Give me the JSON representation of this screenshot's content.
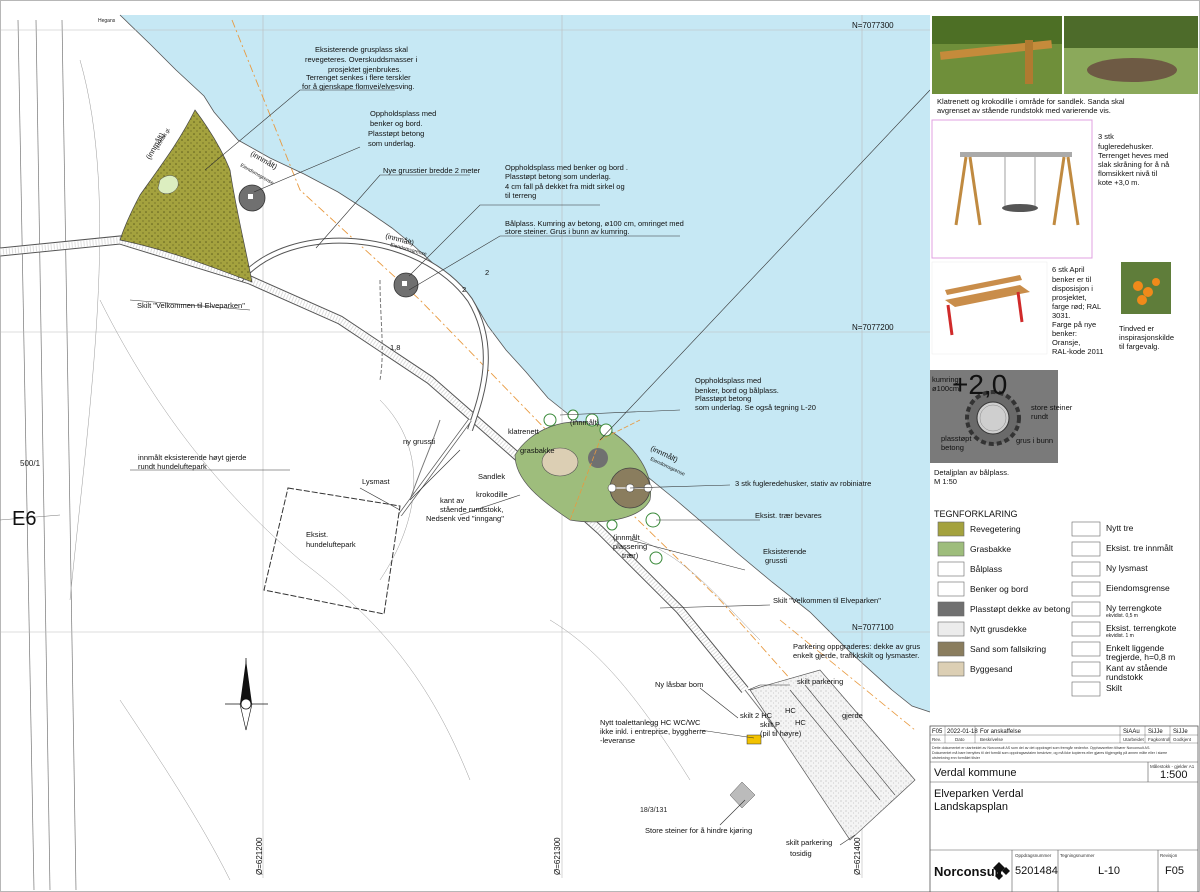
{
  "coords": {
    "n1": "N=7077300",
    "n2": "N=7077200",
    "n3": "N=7077100",
    "e1": "Ø=621200",
    "e2": "Ø=621300",
    "e3": "Ø=621400",
    "grid": "500/1"
  },
  "road": "E6",
  "misc": {
    "hogans": "Hegans",
    "lot": "18/3/131"
  },
  "notes": {
    "grass1": "Eksisterende grusplass skal",
    "grass2": "revegeteres. Overskuddsmasser i",
    "grass3": "prosjektet gjenbrukes.",
    "grass4": "Terrenget senkes i flere terskler",
    "grass5": "for å gjenskape flomvei/elvesving.",
    "opp1a": "Oppholdsplass med",
    "opp1b": "benker og bord.",
    "opp1c": "Plasstøpt betong",
    "opp1d": "som underlag.",
    "path": "Nye grusstier bredde 2 meter",
    "opp2a": "Oppholdsplass med benker og bord .",
    "opp2b": "Plasstøpt betong som underlag.",
    "opp2c": "4 cm fall på dekket fra midt sirkel og",
    "opp2d": "til terreng",
    "bal1": "Bålplass. Kumring av betong, ø100 cm, omringet med",
    "bal2": "store steiner. Grus i bunn av kumring.",
    "sign1": "Skilt \"Velkommen til Elveparken\"",
    "opp3a": "Oppholdsplass med",
    "opp3b": "benker, bord og bålplass.",
    "opp3c": "Plasstøpt betong",
    "opp3d": "som underlag. Se også tegning L-20",
    "klatrenett": "klatrenett",
    "grasbakke": "grasbakke",
    "sandlek": "Sandlek",
    "krokodille": "krokodille",
    "kant1": "kant av",
    "kant2": "stående rundstokk,",
    "kant3": "Nedsenk ved \"inngang\"",
    "swings": "3 stk fugleredehusker, stativ av robiniatre",
    "trees": "Eksist. trær bevares",
    "measured1": "(innmålt",
    "measured2": "plassering",
    "measured3": "trær)",
    "fence1": "innmålt eksisterende høyt gjerde",
    "fence2": "rundt hundeluftepark",
    "newpath": "ny grussti",
    "lamp": "Lysmast",
    "dog1": "Eksist.",
    "dog2": "hundeluftepark",
    "exist1": "Eksisterende",
    "exist2": "grussti",
    "sign2": "Skilt \"Velkommen til Elveparken\"",
    "park1": "Parkering oppgraderes: dekke av grus",
    "park2": "enkelt gjerde, trafikkskilt og lysmaster.",
    "bom": "Ny låsbar bom",
    "toilet1": "Nytt toalettanlegg HC WC/WC",
    "toilet2": "ikke inkl. i entreprise, byggherre",
    "toilet3": "-leveranse",
    "stones": "Store steiner for å hindre kjøring",
    "parktwo1": "skilt parkering",
    "parktwo2": "tosidig",
    "parkone": "skilt parkering",
    "hc2": "skilt 2 HC",
    "skiltp1": "skilt P",
    "skiltp2": "(pil til høyre)",
    "gjerde": "gjerde",
    "hc": "HC",
    "innmalt": "(innmålt)",
    "eiendom": "Eiendomsgrense",
    "innmaltGl": "(innmålt gl.",
    "elev1": "1,8",
    "elev2": "2",
    "elev3": "2"
  },
  "right": {
    "climb1": "Klatrenett og krokodille i område for sandlek.  Sanda skal",
    "climb2": "avgrenset av stående rundstokk med varierende vis.",
    "swing1": "3 stk",
    "swing2": "fugleredehusker.",
    "swing3": "Terrenget heves med",
    "swing4": "slak skråning for å nå",
    "swing5": "flomsikkert nivå til",
    "swing6": "kote +3,0 m.",
    "bench1": "6 stk April",
    "bench2": "benker er til",
    "bench3": "disposisjon i",
    "bench4": "prosjektet,",
    "bench5": "farge rød; RAL",
    "bench6": "3031.",
    "bench7": "Farge på nye",
    "bench8": "benker:",
    "bench9": "Oransje,",
    "bench10": "RAL-kode 2011",
    "berry1": "Tindved er",
    "berry2": "inspirasjonskilde",
    "berry3": "til fargevalg.",
    "detail1": "Detaljplan av bålplass.",
    "detail2": "M 1:50",
    "ring1": "kumring",
    "ring2": "ø100cm",
    "stonestxt1": "store steiner",
    "stonestxt2": "rundt",
    "concrete1": "plasstøpt",
    "concrete2": "betong",
    "gravel": "grus i bunn",
    "elevation": "+2,0"
  },
  "legend": {
    "title": "TEGNFORKLARING",
    "left": [
      {
        "label": "Revegetering",
        "color": "#a4a23e"
      },
      {
        "label": "Grasbakke",
        "color": "#9ebd7c"
      },
      {
        "label": "Bålplass",
        "color": "#ffffff"
      },
      {
        "label": "Benker og bord",
        "color": "#ffffff"
      },
      {
        "label": "Plasstøpt dekke av betong",
        "color": "#707070"
      },
      {
        "label": "Nytt grusdekke",
        "color": "#ececec"
      },
      {
        "label": "Sand som fallsikring",
        "color": "#8a7d5e"
      },
      {
        "label": "Byggesand",
        "color": "#dccfb4"
      }
    ],
    "right": [
      {
        "label": "Nytt tre"
      },
      {
        "label": "Eksist. tre innmålt"
      },
      {
        "label": "Ny lysmast"
      },
      {
        "label": "Eiendomsgrense"
      },
      {
        "label": "Ny terrengkote",
        "sub": "ekvidist. 0,5 m"
      },
      {
        "label": "Eksist. terrengkote",
        "sub": "ekvidist. 1 m"
      },
      {
        "label": "Enkelt liggende",
        "sub2": "tregjerde, h=0,8 m"
      },
      {
        "label": "Kant av stående",
        "sub2": "rundstokk"
      },
      {
        "label": "Skilt"
      }
    ]
  },
  "titleblock": {
    "rev": "F05",
    "date": "2022-01-18",
    "desc": "For anskaffelse",
    "by1": "SiAAu",
    "by2": "SiJJe",
    "by3": "SiJJe",
    "h_rev": "Rev.",
    "h_date": "Dato",
    "h_desc": "Beskrivelse",
    "h_by1": "Utarbeidet",
    "h_by2": "Fagkontroll",
    "h_by3": "Godkjent",
    "disclaimer1": "Dette dokumentet er utarbeidet av Norconsult AS som del av det oppdraget som fremgår nedenfor. Opphavsretten tilhører Norconsult AS.",
    "disclaimer2": "Dokumentet må bare benyttes til det formål som oppdragsavtalen beskriver, og må ikke kopieres eller gjøres tilgjengelig på annen måte eller i større",
    "disclaimer3": "utstrekning enn formålet tilsier",
    "scaleLabel": "Målestokk - gjelder A1",
    "client": "Verdal kommune",
    "scale": "1:500",
    "proj1": "Elveparken Verdal",
    "proj2": "Landskapsplan",
    "company": "Norconsult",
    "h_order": "Oppdragsnummer",
    "h_drawing": "Tegningsnummer",
    "h_revision": "Revisjon",
    "order": "5201484",
    "drawing": "L-10",
    "revision": "F05"
  }
}
